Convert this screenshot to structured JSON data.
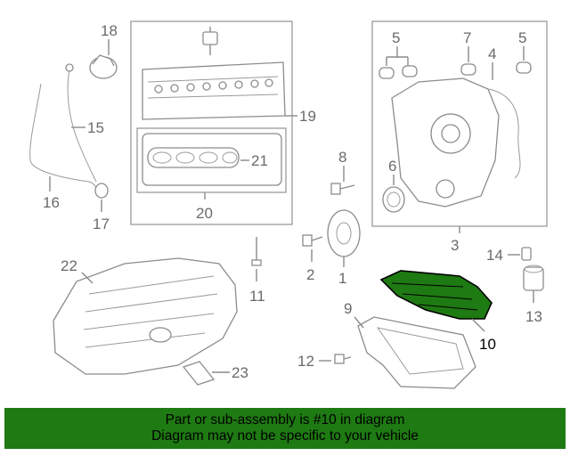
{
  "callouts": {
    "p1": "1",
    "p2": "2",
    "p3": "3",
    "p4": "4",
    "p5a": "5",
    "p5b": "5",
    "p6": "6",
    "p7": "7",
    "p8": "8",
    "p9": "9",
    "p10": "10",
    "p11": "11",
    "p12": "12",
    "p13": "13",
    "p14": "14",
    "p15": "15",
    "p16": "16",
    "p17": "17",
    "p18": "18",
    "p19": "19",
    "p20": "20",
    "p21": "21",
    "p22": "22",
    "p23": "23"
  },
  "highlight_color": "#1e7a12",
  "banner": {
    "line1": "Part or sub-assembly is #10 in diagram",
    "line2": "Diagram may not be specific to your vehicle"
  }
}
